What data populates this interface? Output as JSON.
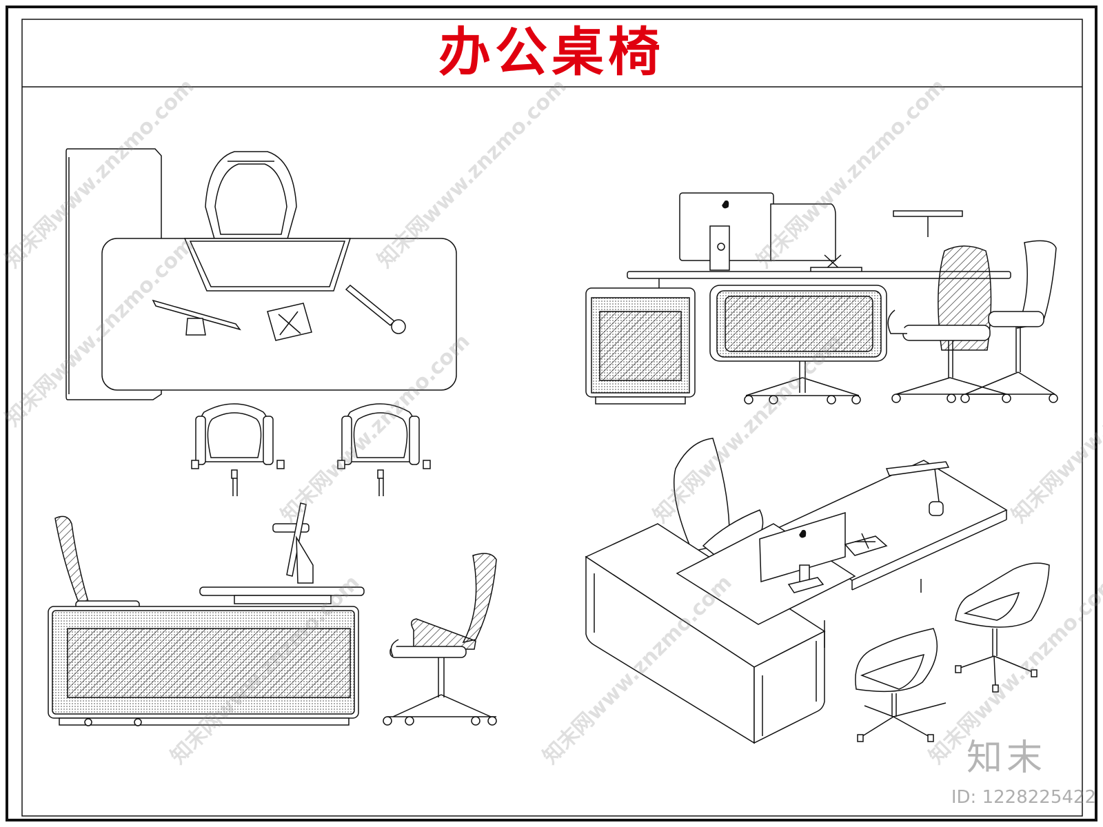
{
  "sheet": {
    "title": "办公桌椅",
    "title_color": "#e0000f",
    "line_color": "#111111"
  },
  "watermark": {
    "diagonal_text": "知末网www.znzmo.com",
    "logo_text": "知末",
    "id_text": "ID: 1228225422"
  }
}
